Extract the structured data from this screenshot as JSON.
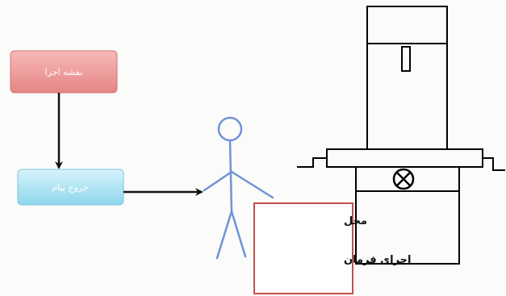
{
  "flow": {
    "plan_box": {
      "label": "نقشه اجرا",
      "fill_top": "#f8b9b9",
      "fill_bottom": "#e58585",
      "border": "#d27676",
      "text_color": "#ffffff"
    },
    "output_box": {
      "label": "خروج پیام",
      "fill_top": "#c9eef8",
      "fill_bottom": "#8fd6ec",
      "border": "#7fc6de",
      "text_color": "#ffffff"
    },
    "arrow_color": "#111111"
  },
  "person": {
    "color": "#6f93d8"
  },
  "execution_area": {
    "line1": "محل",
    "line2": "اجرای فرمان",
    "border_color": "#c0504d"
  },
  "machine": {
    "line_color": "#000000",
    "symbol": "⊗"
  }
}
